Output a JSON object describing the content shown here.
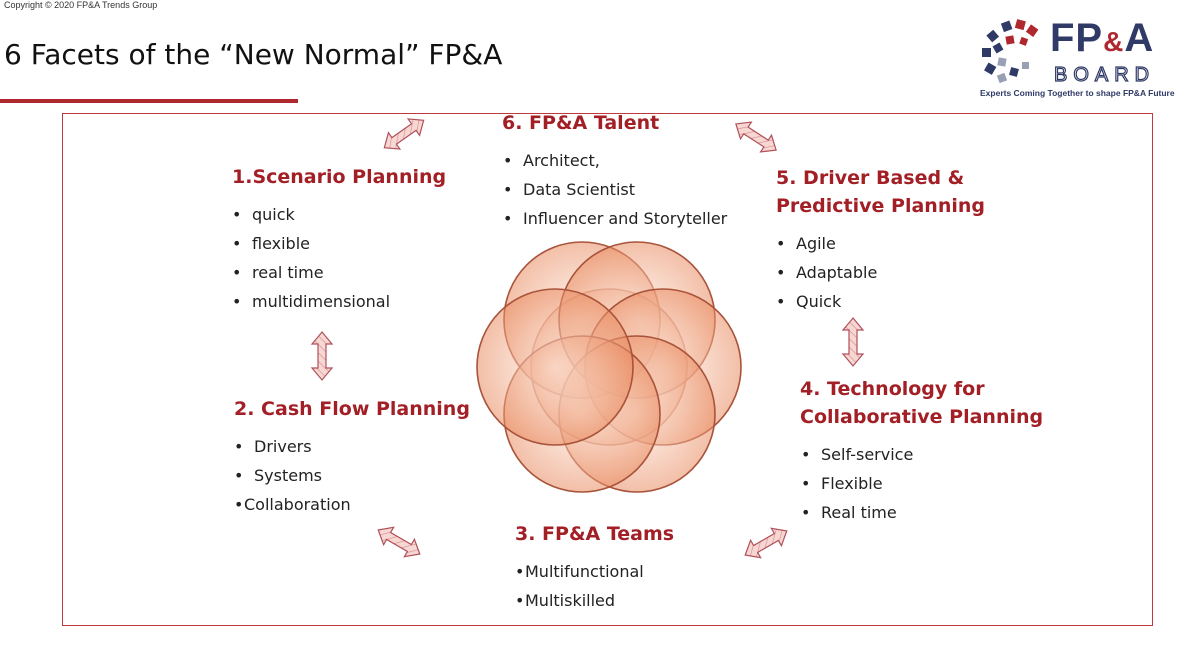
{
  "copyright": "Copyright © 2020 FP&A Trends Group",
  "title": "6 Facets of the “New Normal” FP&A",
  "logo": {
    "word_fp": "FP",
    "word_amp": "&",
    "word_a": "A",
    "board": "BOARD",
    "tagline": "Experts Coming Together to shape FP&A Future"
  },
  "bullet": "•",
  "facets": {
    "talent": {
      "heading": "6. FP&A Talent",
      "items": [
        "Architect,",
        "Data Scientist",
        "Influencer and Storyteller"
      ]
    },
    "scenario": {
      "heading": "1.Scenario Planning",
      "items": [
        "quick",
        "flexible",
        "real time",
        "multidimensional"
      ]
    },
    "driver": {
      "heading_line1": "5. Driver Based &",
      "heading_line2": "Predictive Planning",
      "items": [
        "Agile",
        "Adaptable",
        "Quick"
      ]
    },
    "cashflow": {
      "heading": "2. Cash Flow Planning",
      "items": [
        "Drivers",
        "Systems",
        "Collaboration"
      ]
    },
    "technology": {
      "heading_line1": "4. Technology for",
      "heading_line2": "Collaborative Planning",
      "items": [
        "Self-service",
        "Flexible",
        "Real time"
      ]
    },
    "teams": {
      "heading": "3. FP&A Teams",
      "items": [
        "Multifunctional",
        "Multiskilled"
      ]
    }
  },
  "colors": {
    "heading": "#a31f26",
    "circle_fill": "#f0a47c",
    "circle_stroke": "#a8533a",
    "arrow_fill": "#f2c7c0",
    "arrow_stroke": "#b0505a",
    "frame": "#c0393f",
    "logo_navy": "#2f3a66",
    "logo_red": "#b0282f"
  }
}
